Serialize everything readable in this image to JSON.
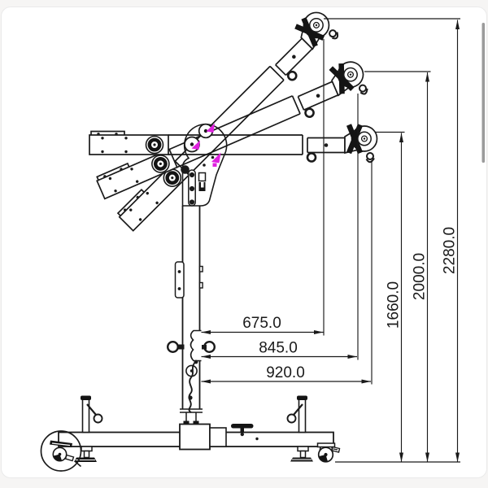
{
  "page": {
    "background": "#f6f5f4",
    "card_background": "#ffffff",
    "card_border": "#eaeaea"
  },
  "colors": {
    "line": "#1a1a1a",
    "annotation_marker": "#df21df",
    "scrollbar_thumb": "#9b9b9b"
  },
  "drawing": {
    "description": "Technical line drawing of a wheeled crane stand; boom shown horizontal and raised in two positions; dimension callouts in mm",
    "dims": {
      "horizontal": [
        {
          "label": "675.0"
        },
        {
          "label": "845.0"
        },
        {
          "label": "920.0"
        }
      ],
      "vertical": [
        {
          "label": "1660.0"
        },
        {
          "label": "2000.0"
        },
        {
          "label": "2280.0"
        }
      ]
    },
    "icons": {
      "annotation_markers": [
        "annotation-marker",
        "annotation-marker",
        "annotation-marker"
      ]
    }
  }
}
